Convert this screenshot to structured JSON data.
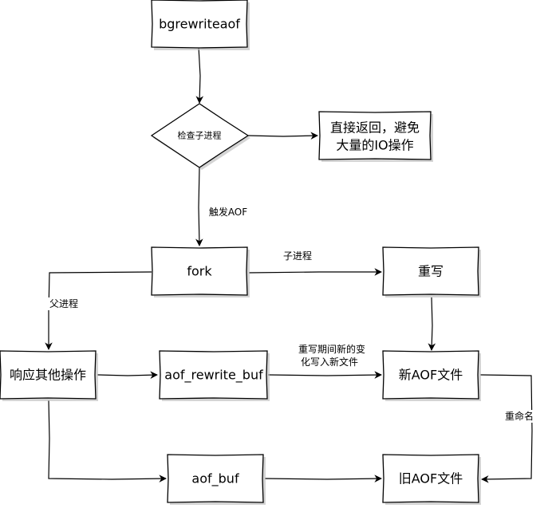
{
  "nodes": {
    "bgrewriteaof": {
      "label": "bgrewriteaof",
      "fill": "#ffffff"
    },
    "check_child": {
      "label": "检查子进程",
      "fill": "#ffffff"
    },
    "return_direct": {
      "line1": "直接返回，避免",
      "line2": "大量的IO操作",
      "fill": "#ffffff"
    },
    "fork": {
      "label": "fork",
      "fill": "#ffffff"
    },
    "rewrite": {
      "label": "重写",
      "fill": "#ffffff"
    },
    "respond": {
      "label": "响应其他操作",
      "fill": "#ffffff"
    },
    "aof_rewrite_buf": {
      "label": "aof_rewrite_buf",
      "fill": "#ffffff"
    },
    "new_aof": {
      "label": "新AOF文件",
      "fill": "#99ffff"
    },
    "aof_buf": {
      "label": "aof_buf",
      "fill": "#ffffff"
    },
    "old_aof": {
      "label": "旧AOF文件",
      "fill": "#ff0000"
    }
  },
  "edges": {
    "trigger_aof": {
      "label": "触发AOF"
    },
    "child_process": {
      "label": "子进程"
    },
    "parent_process": {
      "label": "父进程"
    },
    "rewrite_changes": {
      "line1": "重写期间新的变",
      "line2": "化写入新文件"
    },
    "rename": {
      "label": "重命名"
    }
  }
}
